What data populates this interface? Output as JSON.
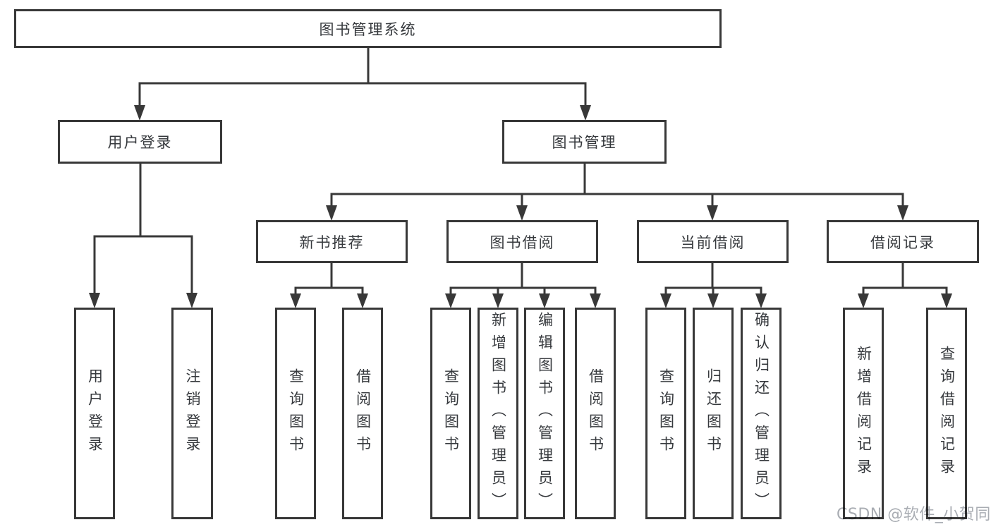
{
  "diagram": {
    "title": "图书管理系统",
    "nodes": {
      "root": "图书管理系统",
      "user_login": "用户登录",
      "book_management": "图书管理",
      "new_book_recommend": "新书推荐",
      "book_borrow": "图书借阅",
      "current_borrow": "当前借阅",
      "borrow_record": "借阅记录"
    },
    "leaves": {
      "ul_user_login": "用户登录",
      "ul_logout": "注销登录",
      "nb_query_books": "查询图书",
      "nb_borrow_books": "借阅图书",
      "bb_query_books": "查询图书",
      "bb_add_books": "新增图书（管理员）",
      "bb_edit_books": "编辑图书（管理员）",
      "bb_borrow_books": "借阅图书",
      "cb_query_books": "查询图书",
      "cb_return_books": "归还图书",
      "cb_confirm_return": "确认归还（管理员）",
      "br_add_record": "新增借阅记录",
      "br_query_record": "查询借阅记录"
    }
  },
  "watermark": "CSDN @软件_小贺同学",
  "colors": {
    "line": "#383838",
    "text": "#36393d",
    "background": "#ffffff",
    "watermark": "#a9adb3"
  }
}
